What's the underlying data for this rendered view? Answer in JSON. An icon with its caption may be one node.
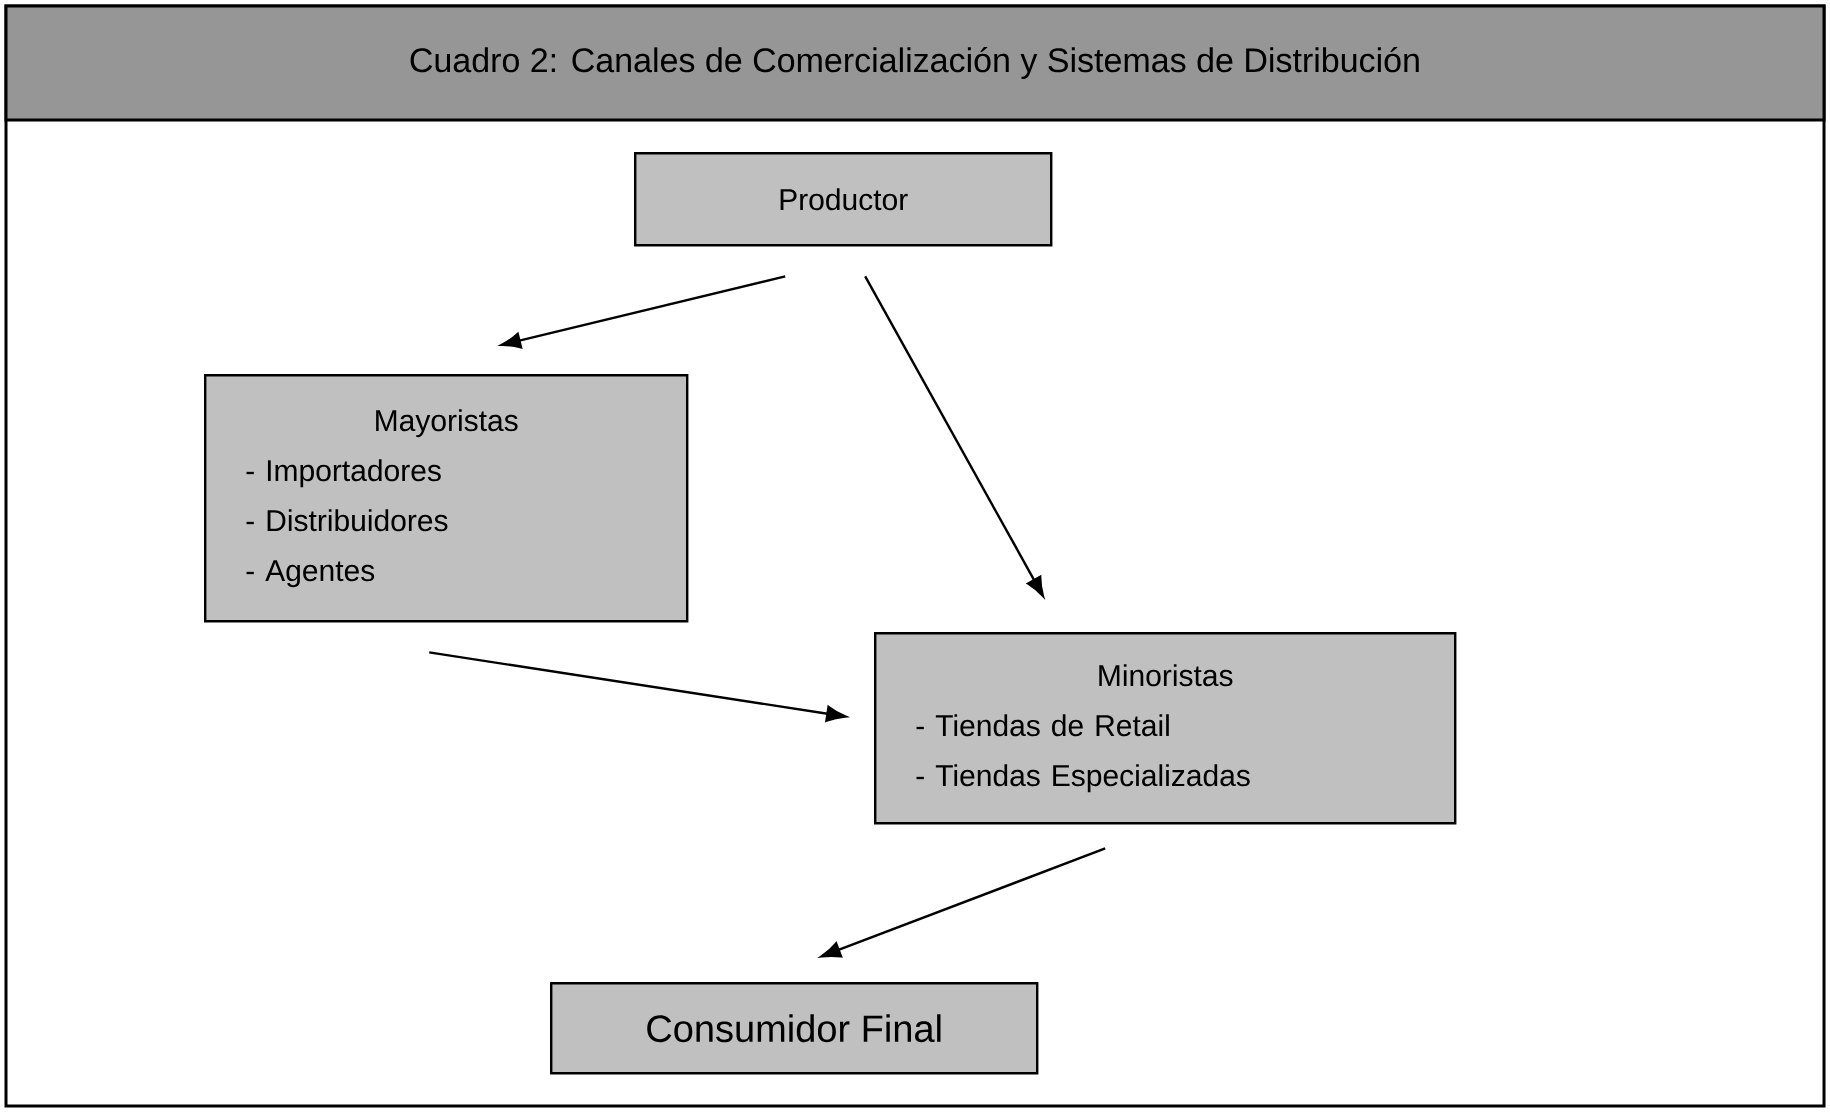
{
  "diagram": {
    "title": "Cuadro 2: Canales de Comercialización y Sistemas de Distribución",
    "nodes": [
      {
        "text": [
          "Productor"
        ]
      },
      {
        "text": [
          "Mayoristas",
          "- Importadores",
          "- Distribuidores",
          "- Agentes"
        ]
      },
      {
        "text": [
          "Minoristas",
          "- Tiendas de Retail",
          "- Tiendas Especializadas"
        ]
      },
      {
        "text": [
          "Consumidor Final"
        ]
      }
    ],
    "edges": [
      {
        "from": 0,
        "to": 1,
        "arrow": "to"
      },
      {
        "from": 0,
        "to": 2,
        "arrow": "to"
      },
      {
        "from": 1,
        "to": 2,
        "arrow": "to"
      },
      {
        "from": 2,
        "to": 3,
        "arrow": "to"
      }
    ]
  }
}
